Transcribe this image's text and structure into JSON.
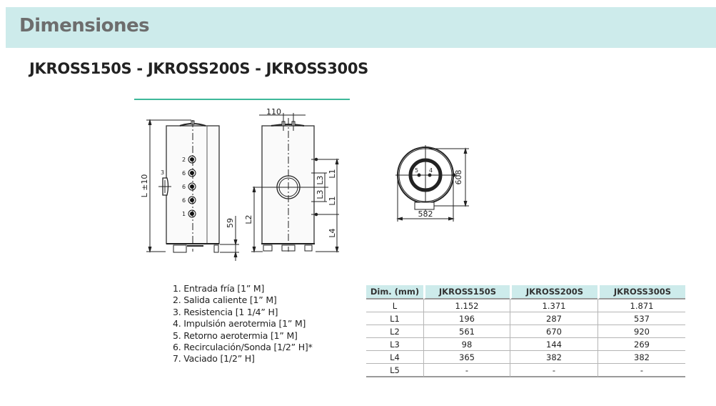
{
  "header": {
    "title": "Dimensiones"
  },
  "models_title": "JKROSS150S - JKROSS200S - JKROSS300S",
  "drawing": {
    "front_view": {
      "dimension_L": "L ±10",
      "dimension_bottom": "59",
      "connection_labels": [
        "2",
        "6",
        "6",
        "6",
        "1"
      ],
      "side_label": "3"
    },
    "side_view": {
      "dimension_top": "110",
      "labels": [
        "L1",
        "L3",
        "L3",
        "L1",
        "L2",
        "L4"
      ]
    },
    "top_view": {
      "width": "582",
      "height": "608",
      "labels": [
        "5",
        "4"
      ]
    }
  },
  "legend": {
    "items": [
      "1. Entrada fría [1” M]",
      "2. Salida caliente [1” M]",
      "3. Resistencia [1 1/4” H]",
      "4. Impulsión aerotermia [1” M]",
      "5. Retorno aerotermia [1” M]",
      "6. Recirculación/Sonda [1/2” H]*",
      "7. Vaciado [1/2” H]"
    ]
  },
  "table": {
    "headers": [
      "Dim. (mm)",
      "JKROSS150S",
      "JKROSS200S",
      "JKROSS300S"
    ],
    "rows": [
      [
        "L",
        "1.152",
        "1.371",
        "1.871"
      ],
      [
        "L1",
        "196",
        "287",
        "537"
      ],
      [
        "L2",
        "561",
        "670",
        "920"
      ],
      [
        "L3",
        "98",
        "144",
        "269"
      ],
      [
        "L4",
        "365",
        "382",
        "382"
      ],
      [
        "L5",
        "-",
        "-",
        "-"
      ]
    ]
  },
  "colors": {
    "header_band": "#cdebeb",
    "accent_rule": "#3eb89a",
    "title_text": "#6d6d6d"
  }
}
